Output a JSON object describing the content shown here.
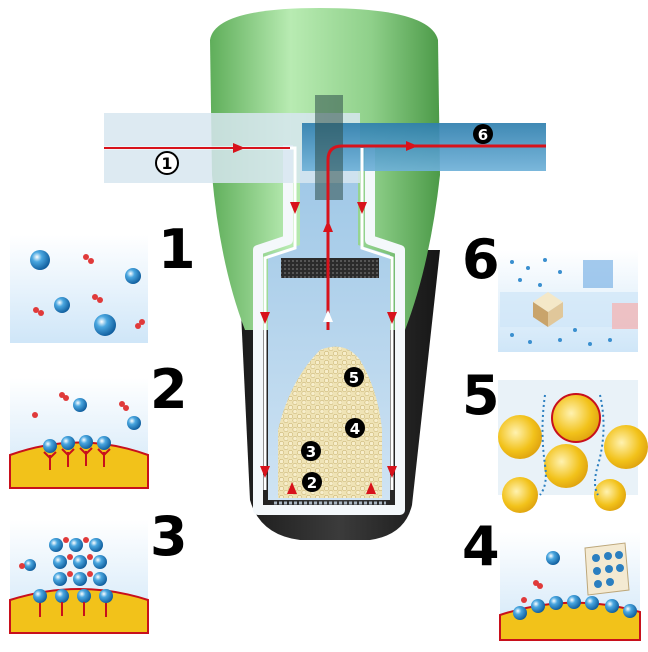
{
  "diagram": {
    "colors": {
      "cartridge_green": "#8fd08a",
      "cartridge_black": "#2a2a2a",
      "water_blue": "#5aa8d8",
      "flow_red": "#d8121b",
      "bead_yellow": "#f2c21a",
      "panel_sky": "#dceefb"
    },
    "flow_markers": {
      "inlet": "1",
      "outlet": "6"
    },
    "bed_markers": [
      "5",
      "4",
      "3",
      "2"
    ],
    "steps_left": [
      {
        "number": "1"
      },
      {
        "number": "2"
      },
      {
        "number": "3"
      }
    ],
    "steps_right": [
      {
        "number": "6"
      },
      {
        "number": "5"
      },
      {
        "number": "4"
      }
    ]
  }
}
